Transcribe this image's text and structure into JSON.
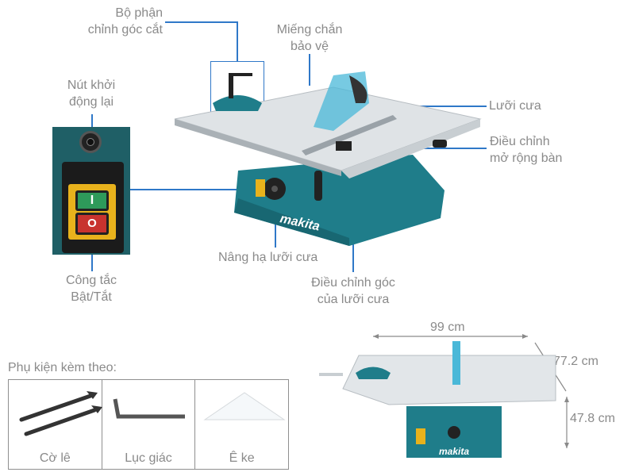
{
  "callouts": {
    "bevel_fence": "Bộ phận\nchỉnh góc cắt",
    "blade_guard": "Miếng chắn\nbảo vệ",
    "reset_button": "Nút khởi\nđộng lại",
    "saw_blade": "Lưỡi cưa",
    "table_extension": "Điều chỉnh\nmở rộng bàn",
    "blade_height": "Nâng hạ lưỡi cưa",
    "blade_angle": "Điều chỉnh góc\ncủa lưỡi cưa",
    "power_switch": "Công tắc\nBật/Tắt"
  },
  "switch": {
    "on_symbol": "I",
    "off_symbol": "O",
    "on_color": "#2e9a5a",
    "off_color": "#c8332e",
    "housing_color": "#e8b21c"
  },
  "brand": {
    "name": "makita",
    "body_color": "#1f7d8a"
  },
  "accent_color": "#2f78c8",
  "accessories": {
    "title": "Phụ kiện kèm theo:",
    "items": [
      {
        "label": "Cờ lê",
        "icon": "wrench-icon"
      },
      {
        "label": "Lục giác",
        "icon": "hex-key-icon"
      },
      {
        "label": "Ê ke",
        "icon": "set-square-icon"
      }
    ]
  },
  "dimensions": {
    "width": "99 cm",
    "depth": "77.2 cm",
    "height": "47.8 cm"
  }
}
